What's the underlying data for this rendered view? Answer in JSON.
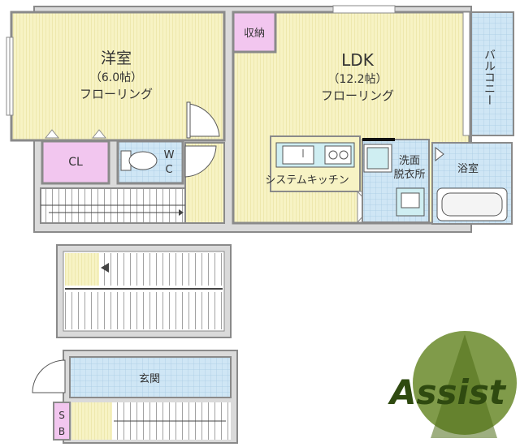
{
  "rooms": {
    "western": {
      "name": "洋室",
      "size": "（6.0帖）",
      "floor": "フローリング"
    },
    "ldk": {
      "name": "LDK",
      "size": "（12.2帖）",
      "floor": "フローリング"
    },
    "storage": "収納",
    "balcony": "バルコニー",
    "closet": "CL",
    "toilet": [
      "W",
      "C"
    ],
    "kitchen": "システムキッチン",
    "washroom": [
      "洗面",
      "脱衣所"
    ],
    "bath": "浴室",
    "entrance": "玄関",
    "shoebox": [
      "S",
      "B"
    ]
  },
  "logo": {
    "text": "Assist"
  },
  "colors": {
    "flooring": "#f7f3c4",
    "storage_pink": "#f2c6ef",
    "tile_blue": "#cfe6f5",
    "wall": "#9a9a9a",
    "logo_green": "#6a8a2a",
    "logo_green_dark": "#2f4a10"
  }
}
